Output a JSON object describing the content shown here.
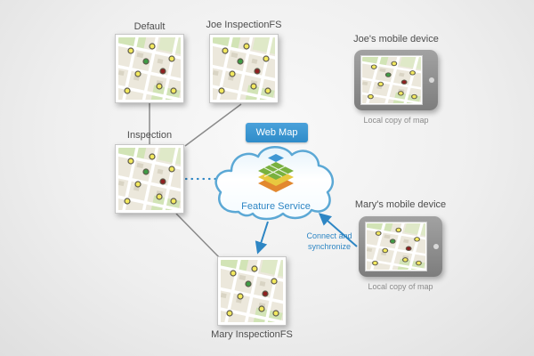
{
  "nodes": {
    "default": {
      "label": "Default"
    },
    "joe_fs": {
      "label": "Joe InspectionFS"
    },
    "inspection": {
      "label": "Inspection"
    },
    "mary_fs": {
      "label": "Mary InspectionFS"
    },
    "web_map": {
      "label": "Web Map"
    },
    "feature_service": {
      "label": "Feature Service"
    },
    "joe_device": {
      "label": "Joe's mobile device",
      "caption": "Local copy of map"
    },
    "mary_device": {
      "label": "Mary's mobile device",
      "caption": "Local copy of map"
    },
    "connect": {
      "label": "Connect and synchronize"
    }
  },
  "colors": {
    "accent_blue": "#2e86c4",
    "badge_blue": "#3b97d3",
    "line_gray": "#8a8a8a",
    "map_dot_yellow": "#f3e95e",
    "map_dot_green": "#3f9b45",
    "map_dot_red": "#8e2020"
  }
}
